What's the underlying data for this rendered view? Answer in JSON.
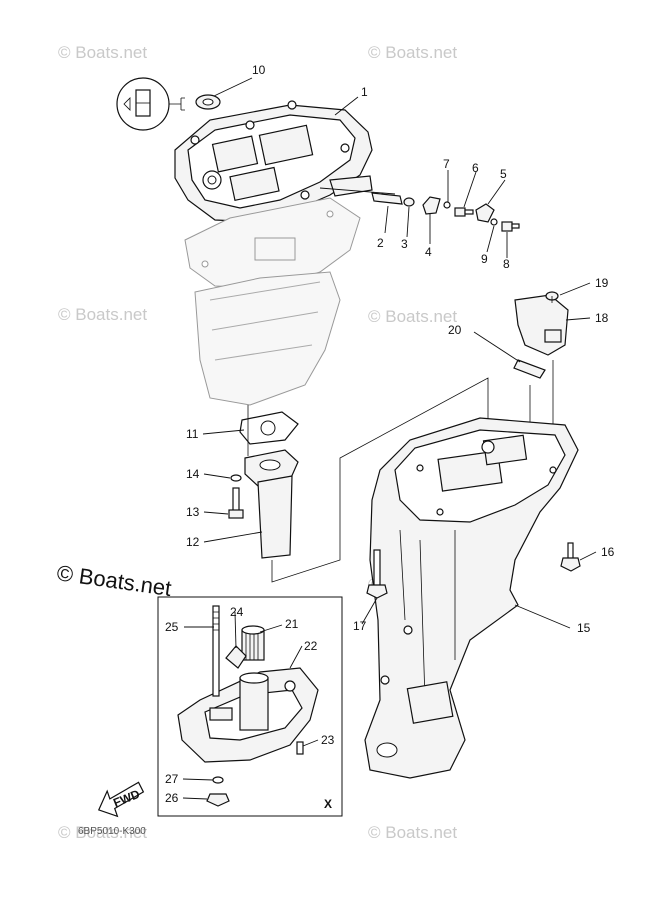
{
  "watermarks": {
    "small": "© Boats.net",
    "large": "© Boats.net"
  },
  "callouts": {
    "p1": "1",
    "p2": "2",
    "p3": "3",
    "p4": "4",
    "p5": "5",
    "p6": "6",
    "p7": "7",
    "p8": "8",
    "p9": "9",
    "p10": "10",
    "p11": "11",
    "p12": "12",
    "p13": "13",
    "p14": "14",
    "p15": "15",
    "p16": "16",
    "p17": "17",
    "p18": "18",
    "p19": "19",
    "p20": "20",
    "p21": "21",
    "p22": "22",
    "p23": "23",
    "p24": "24",
    "p25": "25",
    "p26": "26",
    "p27": "27"
  },
  "inset_label": "X",
  "fwd_label": "FWD",
  "drawing_code": "6BP5010-K300"
}
